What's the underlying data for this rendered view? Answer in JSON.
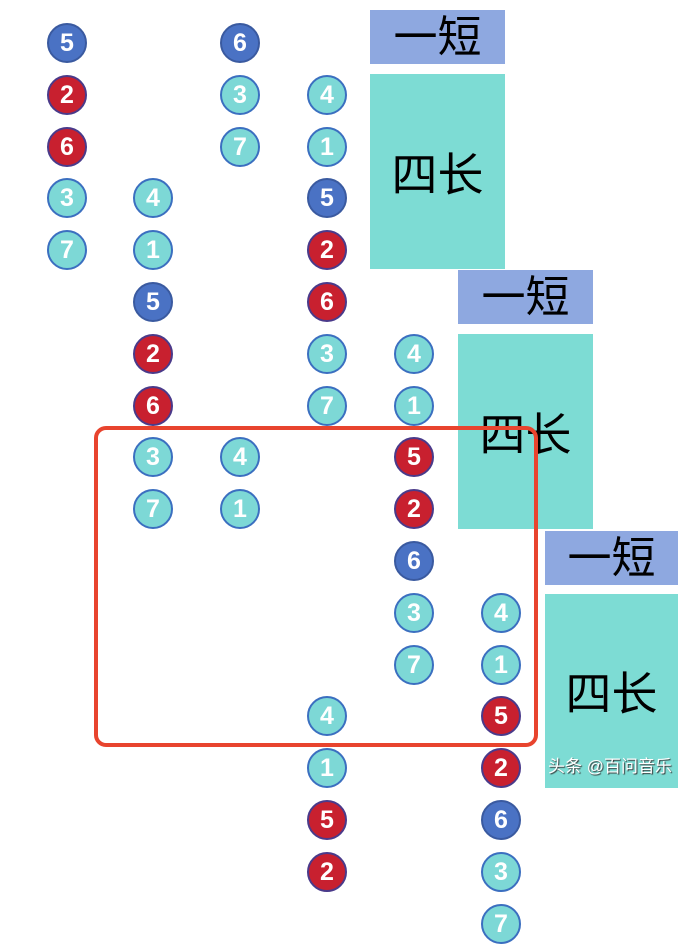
{
  "columns": [
    {
      "circles": [
        {
          "v": "5",
          "c": "blue"
        },
        {
          "v": "2",
          "c": "red"
        },
        {
          "v": "6",
          "c": "red"
        },
        {
          "v": "3",
          "c": "teal"
        },
        {
          "v": "7",
          "c": "teal"
        }
      ]
    },
    {
      "circles": [
        {
          "v": "4",
          "c": "teal"
        },
        {
          "v": "1",
          "c": "teal"
        },
        {
          "v": "5",
          "c": "blue"
        },
        {
          "v": "2",
          "c": "red"
        },
        {
          "v": "6",
          "c": "red"
        },
        {
          "v": "3",
          "c": "teal"
        },
        {
          "v": "7",
          "c": "teal"
        }
      ]
    },
    {
      "circles": [
        {
          "v": "6",
          "c": "blue"
        },
        {
          "v": "3",
          "c": "teal"
        },
        {
          "v": "7",
          "c": "teal"
        }
      ]
    },
    {
      "circles": [
        {
          "v": "4",
          "c": "teal"
        },
        {
          "v": "1",
          "c": "teal"
        },
        {
          "v": "5",
          "c": "blue"
        },
        {
          "v": "2",
          "c": "red"
        },
        {
          "v": "6",
          "c": "red"
        },
        {
          "v": "3",
          "c": "teal"
        },
        {
          "v": "7",
          "c": "teal"
        }
      ]
    },
    {
      "circles": [
        {
          "v": "4",
          "c": "teal"
        },
        {
          "v": "1",
          "c": "teal"
        },
        {
          "v": "5",
          "c": "red"
        },
        {
          "v": "2",
          "c": "red"
        },
        {
          "v": "6",
          "c": "blue"
        },
        {
          "v": "3",
          "c": "teal"
        },
        {
          "v": "7",
          "c": "teal"
        }
      ]
    },
    {
      "circles": [
        {
          "v": "4",
          "c": "teal"
        },
        {
          "v": "1",
          "c": "teal"
        }
      ]
    },
    {
      "circles": [
        {
          "v": "4",
          "c": "teal"
        },
        {
          "v": "1",
          "c": "teal"
        },
        {
          "v": "5",
          "c": "red"
        },
        {
          "v": "2",
          "c": "red"
        },
        {
          "v": "6",
          "c": "blue"
        },
        {
          "v": "3",
          "c": "teal"
        },
        {
          "v": "7",
          "c": "teal"
        }
      ]
    },
    {
      "circles": [
        {
          "v": "4",
          "c": "teal"
        },
        {
          "v": "1",
          "c": "teal"
        },
        {
          "v": "5",
          "c": "red"
        },
        {
          "v": "2",
          "c": "red"
        }
      ]
    }
  ],
  "labels": {
    "short": "一短",
    "long": "四长"
  },
  "watermark": "头条 @百问音乐"
}
